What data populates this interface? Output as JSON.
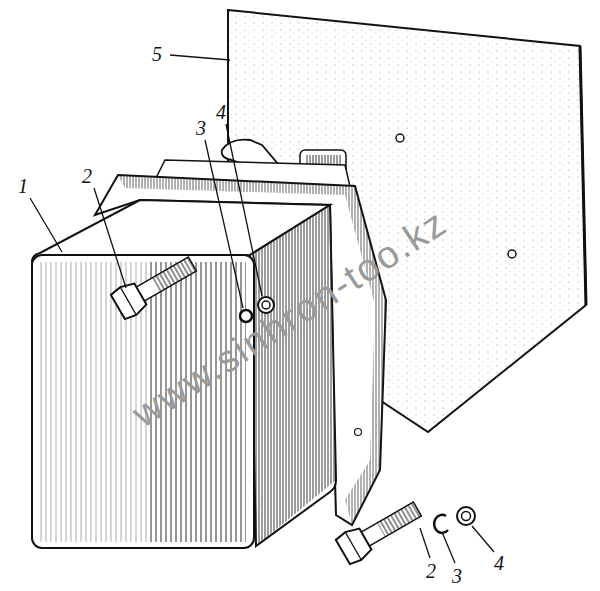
{
  "diagram": {
    "labels": [
      "5",
      "4",
      "3",
      "2",
      "1",
      "2",
      "3",
      "4",
      "www.sinhron-too.kz"
    ]
  }
}
